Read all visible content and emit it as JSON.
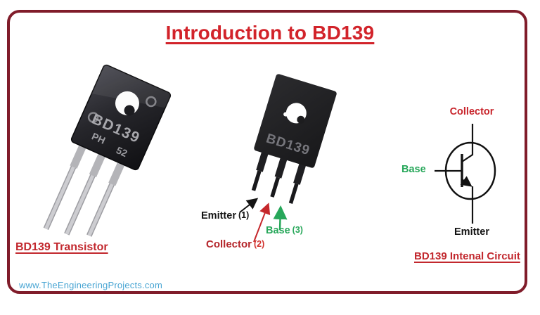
{
  "title": "Introduction to BD139",
  "watermark": "www.TheEngineeringProjects.com",
  "left_photo": {
    "caption": "BD139 Transistor",
    "marking_line1": "BD139",
    "marking_line2": "PH",
    "marking_line3": "52"
  },
  "middle_photo": {
    "marking": "BD139",
    "pin_labels": {
      "emitter": {
        "name": "Emitter",
        "number": "(1)"
      },
      "collector": {
        "name": "Collector",
        "number": "(2)"
      },
      "base": {
        "name": "Base",
        "number": "(3)"
      }
    }
  },
  "circuit": {
    "caption": "BD139 Intenal Circuit",
    "collector": "Collector",
    "base": "Base",
    "emitter": "Emitter"
  },
  "colors": {
    "frame_border": "#801C2A",
    "title_red": "#D2232A",
    "caption_red": "#C2282E",
    "label_green": "#27A75A",
    "label_red": "#C5272B",
    "label_black": "#141414",
    "watermark_blue": "#49A5D3"
  }
}
